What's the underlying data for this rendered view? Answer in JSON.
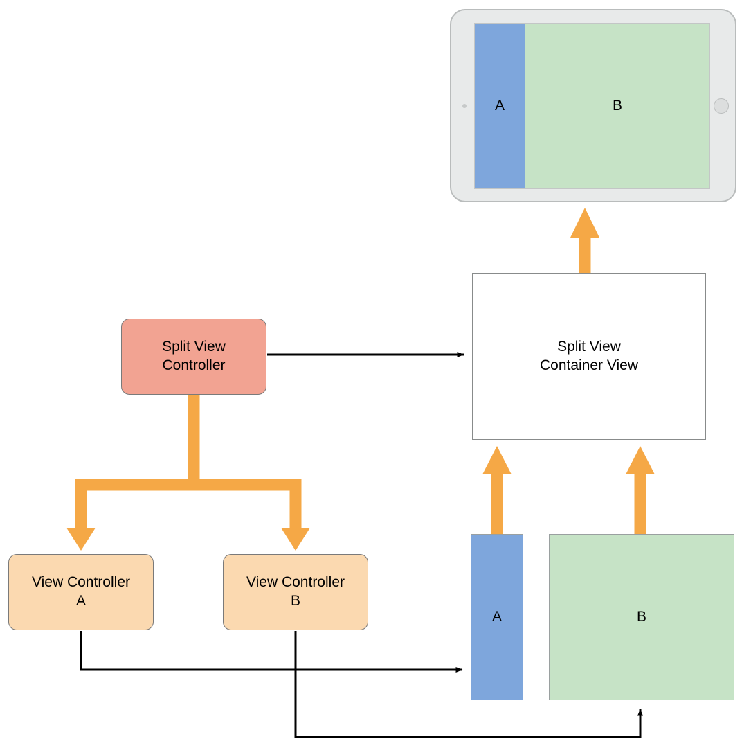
{
  "diagram": {
    "title": "Split View Controller containment diagram",
    "colors": {
      "orange_arrow": "#f5a846",
      "black_arrow": "#000000",
      "controller_salmon": "#f2a392",
      "controller_peach": "#fbd9b0",
      "view_blue": "#7ea6dc",
      "view_green": "#c6e3c6",
      "container_white": "#ffffff",
      "device_body": "#e8eaea",
      "device_border": "#b9bcbc",
      "box_border": "#7a7a7a"
    }
  },
  "device": {
    "name": "tablet-device",
    "pane_a_label": "A",
    "pane_b_label": "B",
    "home_button": "home-button",
    "camera": "camera-dot"
  },
  "nodes": {
    "split_view_controller": {
      "label": "Split View\nController",
      "kind": "controller"
    },
    "split_view_container_view": {
      "label": "Split View\nContainer View",
      "kind": "container-view"
    },
    "view_controller_a": {
      "label": "View Controller\nA",
      "kind": "controller"
    },
    "view_controller_b": {
      "label": "View Controller\nB",
      "kind": "controller"
    },
    "view_a": {
      "label": "A",
      "kind": "view"
    },
    "view_b": {
      "label": "B",
      "kind": "view"
    }
  },
  "edges": [
    {
      "name": "edge-svc-to-container",
      "style": "black-arrow",
      "from": "split_view_controller",
      "to": "split_view_container_view"
    },
    {
      "name": "edge-svc-to-vc-a",
      "style": "orange-arrow",
      "from": "split_view_controller",
      "to": "view_controller_a"
    },
    {
      "name": "edge-svc-to-vc-b",
      "style": "orange-arrow",
      "from": "split_view_controller",
      "to": "view_controller_b"
    },
    {
      "name": "edge-vc-a-to-view-a",
      "style": "black-arrow",
      "from": "view_controller_a",
      "to": "view_a"
    },
    {
      "name": "edge-vc-b-to-view-b",
      "style": "black-arrow",
      "from": "view_controller_b",
      "to": "view_b"
    },
    {
      "name": "edge-view-a-to-container",
      "style": "orange-arrow",
      "from": "view_a",
      "to": "split_view_container_view"
    },
    {
      "name": "edge-view-b-to-container",
      "style": "orange-arrow",
      "from": "view_b",
      "to": "split_view_container_view"
    },
    {
      "name": "edge-container-to-device",
      "style": "orange-arrow",
      "from": "split_view_container_view",
      "to": "device"
    }
  ]
}
